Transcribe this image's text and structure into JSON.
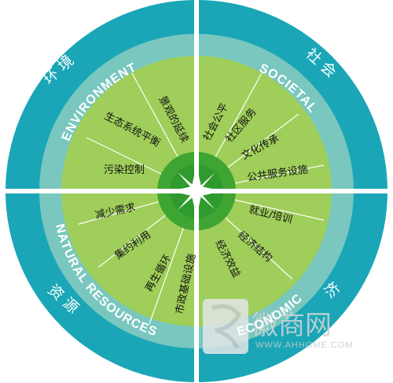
{
  "quadrants": {
    "environment": {
      "zh": "环 境",
      "en": "ENVIRONMENT",
      "items": [
        "景观的延续",
        "生态系统平衡",
        "污染控制"
      ]
    },
    "societal": {
      "zh": "社 会",
      "en": "SOCIETAL",
      "items": [
        "社会公平",
        "社区服务",
        "文化传承",
        "公共服务设施"
      ]
    },
    "natural_resources": {
      "zh": "资 源",
      "en": "NATURAL RESOURCES",
      "items": [
        "减少需求",
        "集约利用",
        "再生循环",
        "市政基础设施"
      ]
    },
    "economic": {
      "zh": "济",
      "en": "ECONOMIC",
      "items": [
        "就业/培训",
        "经济结构",
        "经济效益"
      ]
    }
  },
  "watermark": {
    "brand": "徽商网",
    "url": "WWW.AHHOME.COM"
  },
  "colors": {
    "outer_ring": "#1aa6b7",
    "middle_ring": "#79c7bf",
    "inner_ring": "#9fce5a",
    "core": "#2f9a2e",
    "star": "#ffffff"
  }
}
